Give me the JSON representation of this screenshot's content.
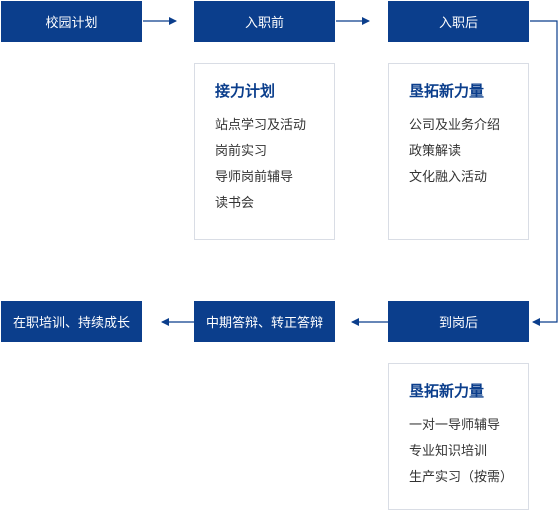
{
  "colors": {
    "accent": "#0b3e8c",
    "card_border": "#d9dde5",
    "text": "#333333"
  },
  "steps": {
    "campus": "校园计划",
    "pre_entry": "入职前",
    "post_entry": "入职后",
    "arrive": "到岗后",
    "mid_review": "中期答辩、转正答辩",
    "ongoing": "在职培训、持续成长"
  },
  "cards": {
    "pre_entry": {
      "title": "接力计划",
      "items": [
        "站点学习及活动",
        "岗前实习",
        "导师岗前辅导",
        "读书会"
      ]
    },
    "post_entry": {
      "title": "垦拓新力量",
      "items": [
        "公司及业务介绍",
        "政策解读",
        "文化融入活动"
      ]
    },
    "arrive": {
      "title": "垦拓新力量",
      "items": [
        "一对一导师辅导",
        "专业知识培训",
        "生产实习（按需）"
      ]
    }
  }
}
